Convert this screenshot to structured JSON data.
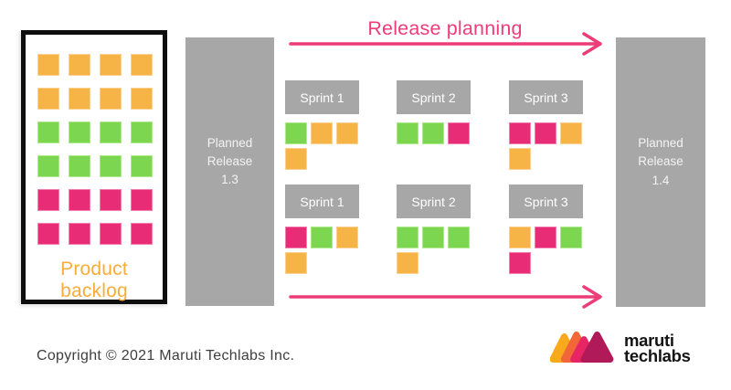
{
  "title": {
    "release_planning": "Release planning"
  },
  "backlog": {
    "label": "Product backlog",
    "rows": [
      [
        "orange",
        "orange",
        "orange",
        "orange"
      ],
      [
        "orange",
        "orange",
        "orange",
        "orange"
      ],
      [
        "green",
        "green",
        "green",
        "green"
      ],
      [
        "green",
        "green",
        "green",
        "green"
      ],
      [
        "pink",
        "pink",
        "pink",
        "pink"
      ],
      [
        "pink",
        "pink",
        "pink",
        "pink"
      ]
    ]
  },
  "releases": {
    "left": {
      "lines": [
        "Planned",
        "Release",
        "1.3"
      ]
    },
    "right": {
      "lines": [
        "Planned",
        "Release",
        "1.4"
      ]
    }
  },
  "sprints": [
    {
      "label": "Sprint 1",
      "row1": [
        "green",
        "orange",
        "orange"
      ],
      "row2": [
        "orange"
      ]
    },
    {
      "label": "Sprint 2",
      "row1": [
        "green",
        "green",
        "pink"
      ],
      "row2": []
    },
    {
      "label": "Sprint 3",
      "row1": [
        "pink",
        "pink",
        "orange"
      ],
      "row2": [
        "orange"
      ]
    },
    {
      "label": "Sprint 1",
      "row1": [
        "pink",
        "green",
        "orange"
      ],
      "row2": [
        "orange"
      ]
    },
    {
      "label": "Sprint 2",
      "row1": [
        "green",
        "green",
        "green"
      ],
      "row2": [
        "orange"
      ]
    },
    {
      "label": "Sprint 3",
      "row1": [
        "orange",
        "pink",
        "green"
      ],
      "row2": [
        "pink"
      ]
    }
  ],
  "footer": {
    "copyright": "Copyright © 2021 Maruti Techlabs Inc."
  },
  "logo": {
    "line1": "maruti",
    "line2": "techlabs"
  },
  "colors": {
    "orange": "#F5B445",
    "orange_light": "#FAD191",
    "green": "#7CD64F",
    "green_light": "#AEE98D",
    "pink": "#E82D76",
    "pink_light": "#F37FB0",
    "gray": "#A7A7A7",
    "accent": "#ED3C78",
    "backlog_label": "#F8AC3A",
    "logo_yellow": "#F9A91C",
    "logo_orange": "#F26739",
    "logo_pink": "#E72565",
    "logo_magenta": "#B01A58"
  }
}
